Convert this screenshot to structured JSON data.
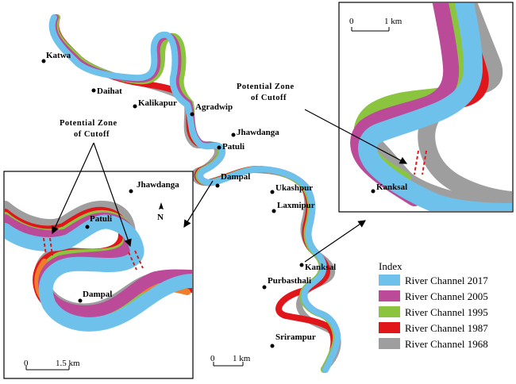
{
  "legend": {
    "title": "Index",
    "items": [
      {
        "label": "River Channel 2017",
        "color": "#6ec1ea"
      },
      {
        "label": "River Channel 2005",
        "color": "#bb4a99"
      },
      {
        "label": "River Channel 1995",
        "color": "#8bc43f"
      },
      {
        "label": "River Channel 1987",
        "color": "#e0161b"
      },
      {
        "label": "River Channel 1968",
        "color": "#9e9e9e"
      }
    ]
  },
  "main_map": {
    "towns": [
      "Katwa",
      "Daihat",
      "Kalikapur",
      "Agradwip",
      "Jhawdanga",
      "Patuli",
      "Dampal",
      "Ukashpur",
      "Laxmipur",
      "Kanksal",
      "Purbasthali",
      "Srirampur"
    ],
    "zone_label_line1": "Potential Zone",
    "zone_label_line2": "of Cutoff",
    "scale_bar": {
      "start": "0",
      "end": "1 km"
    }
  },
  "left_inset": {
    "towns": [
      "Jhawdanga",
      "Patuli",
      "Dampal"
    ],
    "zone_label_line1": "Potential Zone",
    "zone_label_line2": "of Cutoff",
    "north_arrow": "N",
    "scale_bar": {
      "start": "0",
      "end": "1.5 km"
    }
  },
  "right_inset": {
    "towns": [
      "Kanksal"
    ],
    "scale_bar": {
      "start": "0",
      "end": "1 km"
    }
  }
}
